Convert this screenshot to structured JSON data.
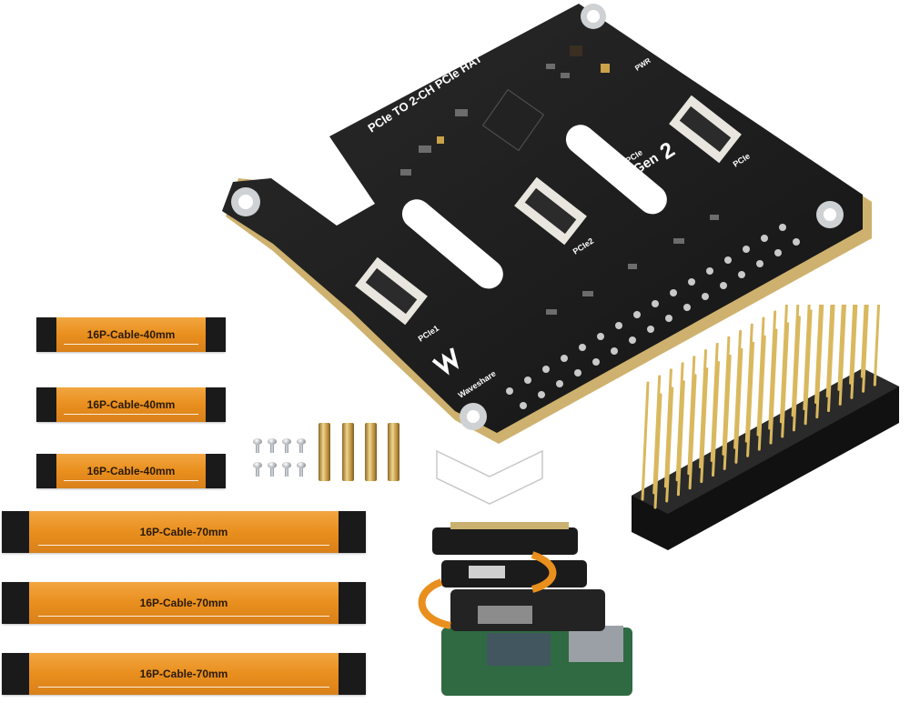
{
  "board": {
    "title": "PCIe TO 2-CH PCIe HAT",
    "pwr_label": "PWR",
    "port_labels": [
      "PCIe1",
      "PCIe2",
      "PCIe"
    ],
    "gen_small": "PCIe",
    "gen_big": "Gen",
    "gen_num": "2",
    "brand": "Waveshare"
  },
  "cables": {
    "short": [
      "16P-Cable-40mm",
      "16P-Cable-40mm",
      "16P-Cable-40mm"
    ],
    "long": [
      "16P-Cable-70mm",
      "16P-Cable-70mm",
      "16P-Cable-70mm"
    ]
  },
  "colors": {
    "pcb": "#1b1b1b",
    "pcb_edge": "#d8b870",
    "cable": "#e98f1e",
    "brass": "#d4b060"
  }
}
